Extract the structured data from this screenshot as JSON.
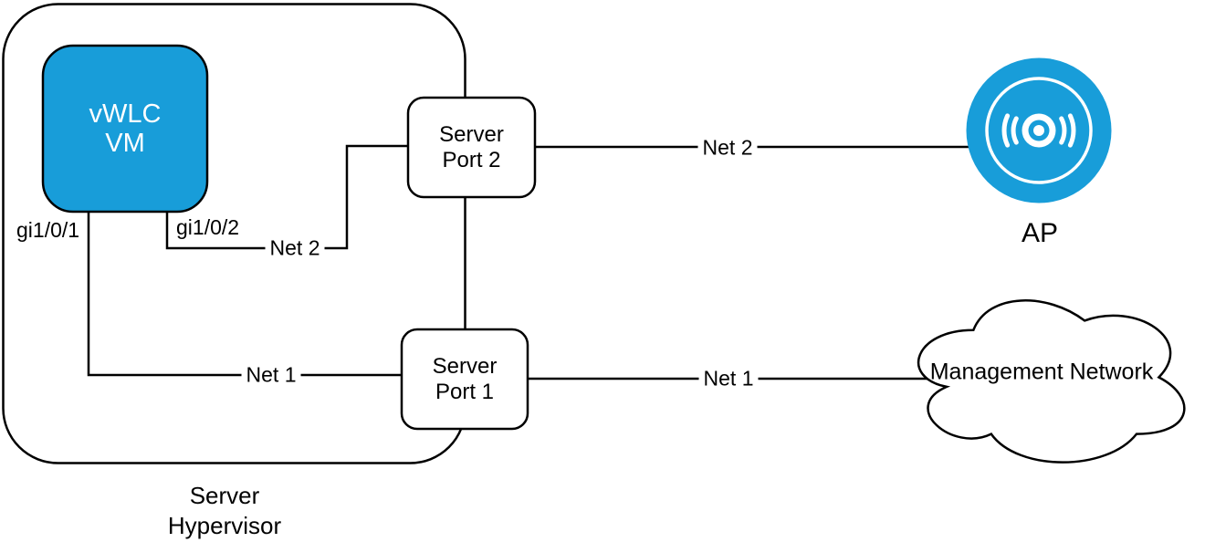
{
  "colors": {
    "node_fill_blue": "#189DD9",
    "stroke": "#000000",
    "background": "#FFFFFF",
    "node_text_on_blue": "#FFFFFF"
  },
  "icons": {
    "ap": "wireless-access-point-icon"
  },
  "nodes": {
    "vwlc_vm": {
      "line1": "vWLC",
      "line2": "VM"
    },
    "server_port_2": {
      "line1": "Server",
      "line2": "Port 2"
    },
    "server_port_1": {
      "line1": "Server",
      "line2": "Port 1"
    },
    "ap": {
      "label": "AP"
    },
    "management_network": {
      "label": "Management Network"
    },
    "hypervisor": {
      "line1": "Server",
      "line2": "Hypervisor"
    }
  },
  "edges": {
    "gi1_0_1": {
      "label": "gi1/0/1"
    },
    "gi1_0_2": {
      "label": "gi1/0/2"
    },
    "net2_internal": {
      "label": "Net 2"
    },
    "net2_to_ap": {
      "label": "Net 2"
    },
    "net1_internal": {
      "label": "Net 1"
    },
    "net1_to_management": {
      "label": "Net 1"
    }
  }
}
